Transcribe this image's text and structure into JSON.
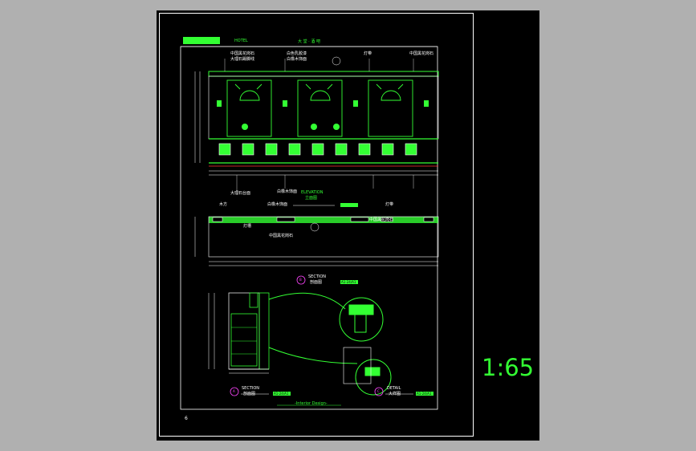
{
  "sheet": {
    "scale_label": "1:65",
    "page_number": "6",
    "footer": "-Interior Design-",
    "header_brand": "HOTEL",
    "header_title": "大 堂 · 酒 吧"
  },
  "drawing": {
    "elevation_label": "ELEVATION",
    "elevation_sub": "立面图",
    "elevation_ref": "A1-24/A1",
    "section_top_label": "SECTION",
    "section_top_sub": "剖面图",
    "section_top_ref": "A1-24/A1",
    "section_left_label": "SECTION",
    "section_left_sub": "剖面图",
    "section_left_ref": "A1-24/A1",
    "detail_label": "DETAIL",
    "detail_sub": "大样图",
    "detail_ref": "A1-24/A1",
    "section_top_mark": "B",
    "section_left_mark": "A",
    "detail_mark": "C",
    "plan_note_1": "中国黑花岗石",
    "plan_note_2": "中国黑花岗石",
    "plan_note_3": "白橡木饰面",
    "plan_note_4": "灯槽",
    "plan_note_5": "木方",
    "plan_note_6": "灯带",
    "elev_note_1": "中国黑花岗石",
    "elev_note_2": "大理石踢脚线",
    "elev_note_3": "白色乳胶漆",
    "elev_note_4": "白橡木饰面",
    "elev_note_5": "灯带",
    "elev_note_6": "中国黑花岗石",
    "elev_note_7": "大理石台面",
    "elev_note_8": "白橡木饰面"
  }
}
